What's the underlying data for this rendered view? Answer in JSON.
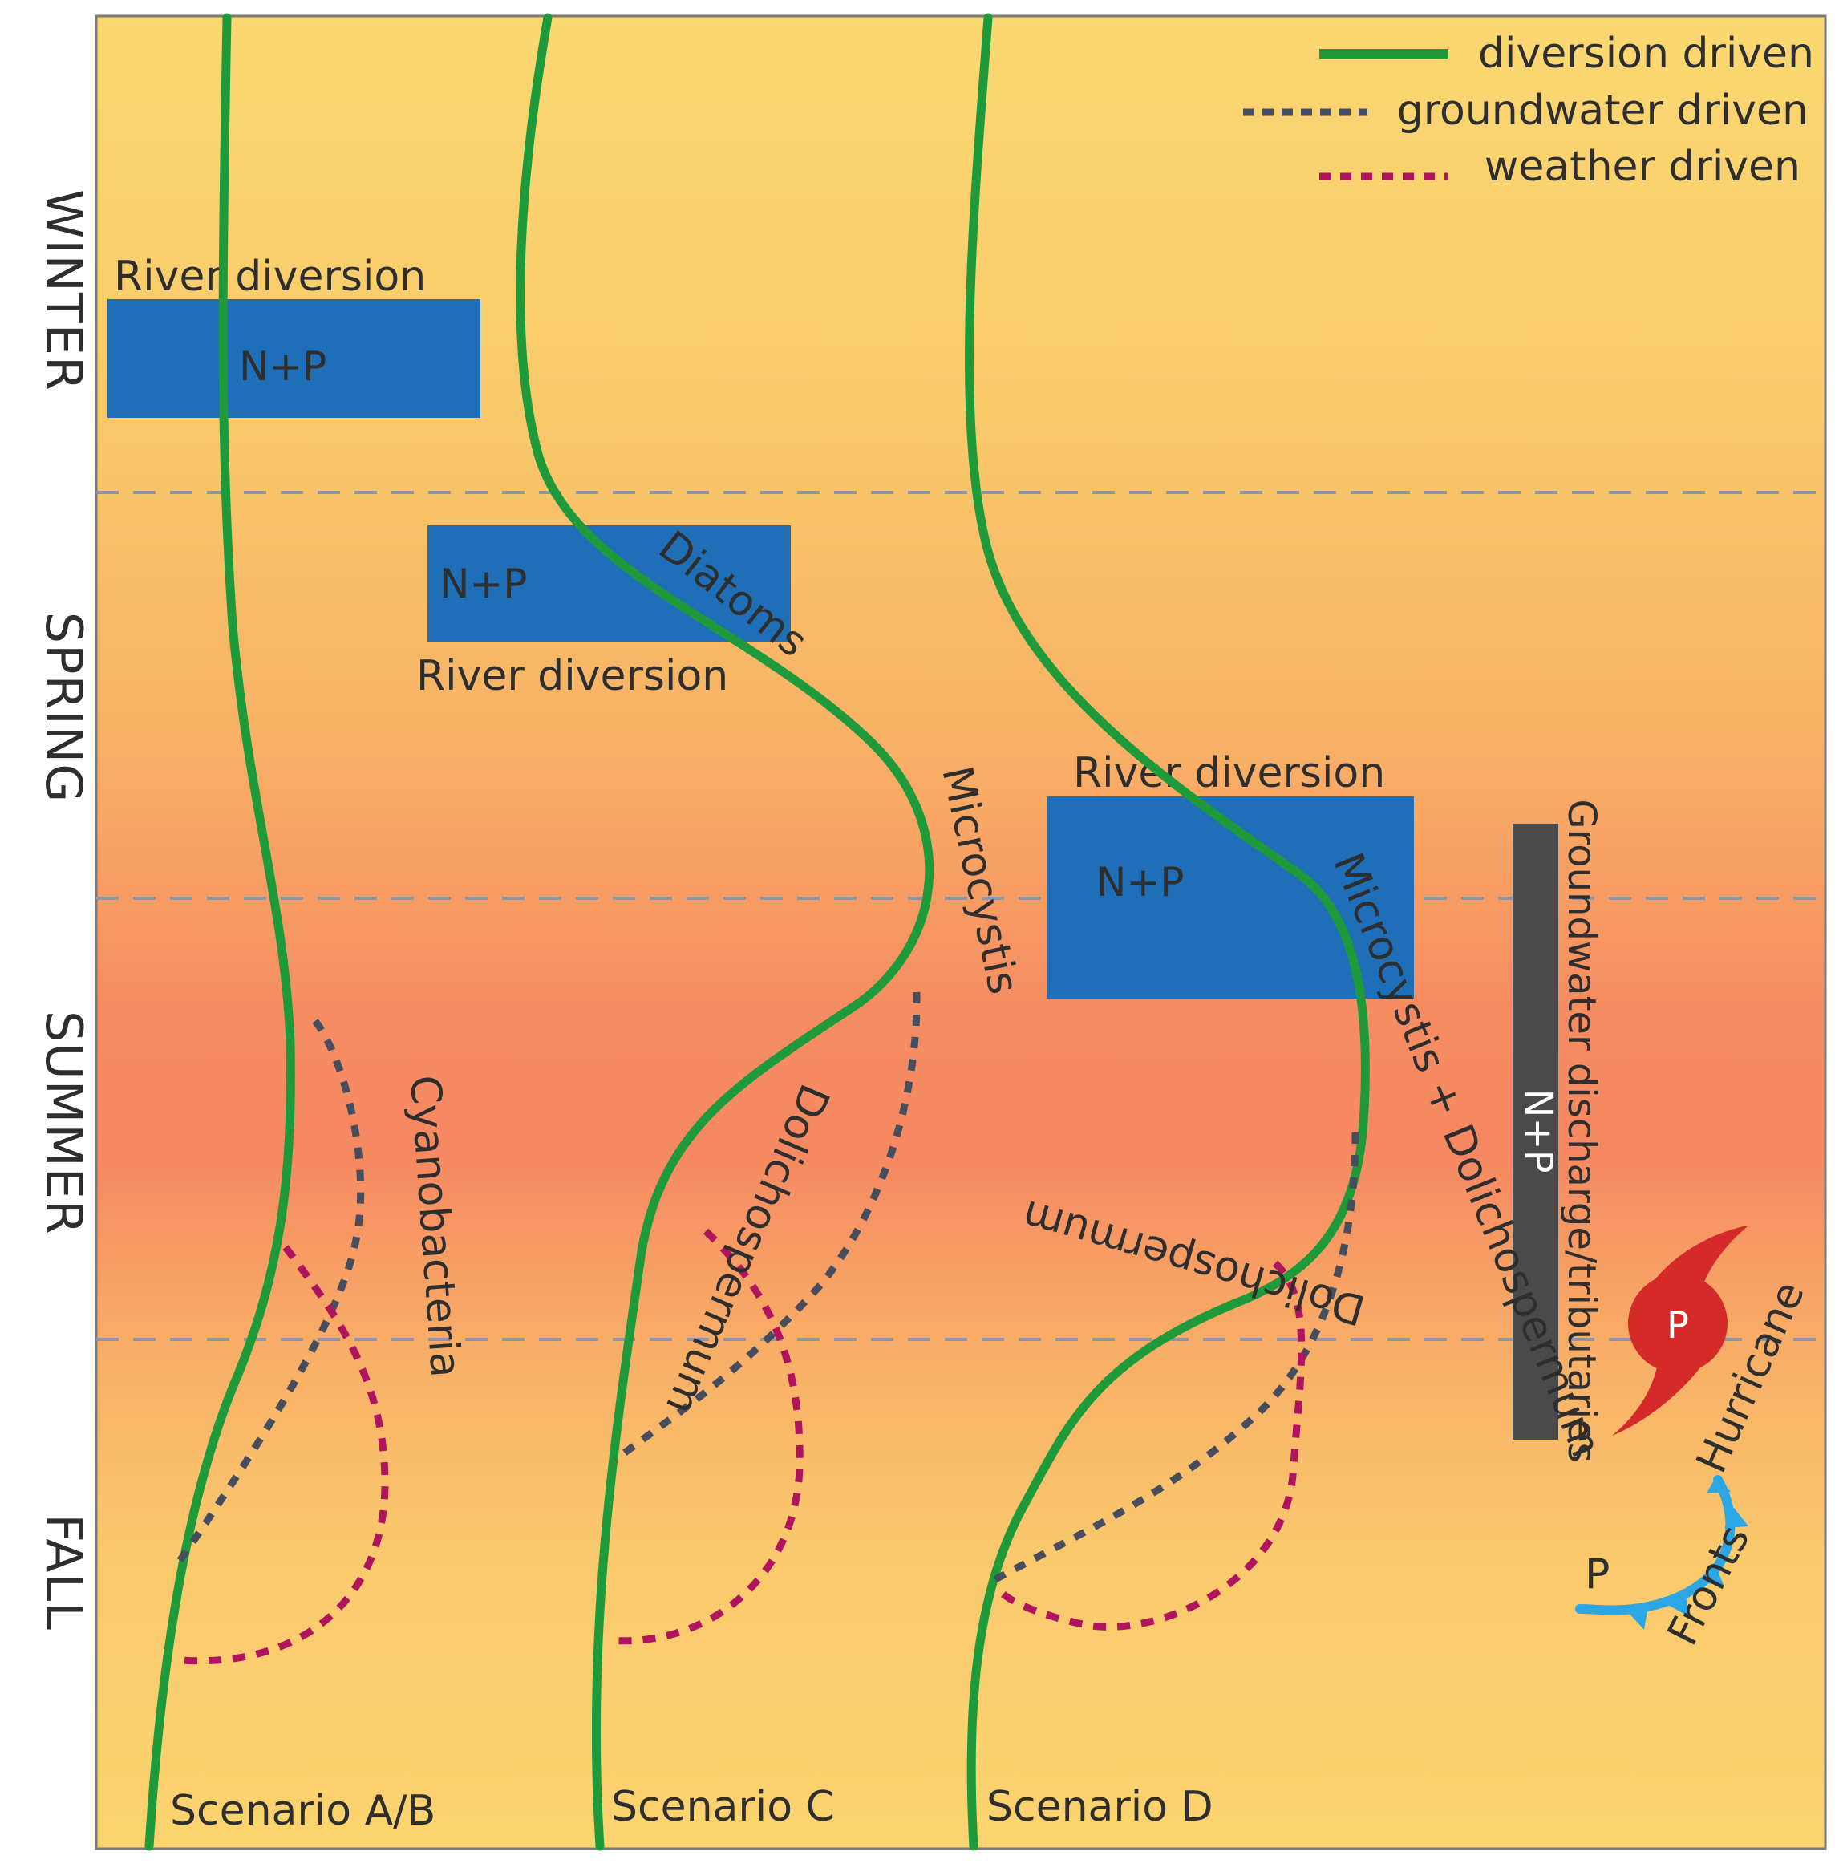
{
  "seasons": {
    "winter": "WINTER",
    "spring": "SPRING",
    "summer": "SUMMER",
    "fall": "FALL"
  },
  "legend": {
    "diversion": "diversion driven",
    "groundwater": "groundwater driven",
    "weather": "weather driven"
  },
  "boxes": {
    "river_label": "River diversion",
    "nutrients": "N+P"
  },
  "groundwater_bar": {
    "label": "Groundwater discharge/tributaries",
    "nutrients": "N+P"
  },
  "organisms": {
    "diatoms": "Diatoms",
    "microcystis": "Microcystis",
    "microcystis_dolicho": "Microcystis + Dolichospermum",
    "dolichospermum_c": "Dolichospermum",
    "dolichospermum_d": "Dolichospermum",
    "cyanobacteria": "Cyanobacteria"
  },
  "weather": {
    "hurricane": "Hurricane",
    "hurricane_nutrient": "P",
    "fronts": "Fronts",
    "fronts_nutrient": "P"
  },
  "scenarios": {
    "ab": "Scenario A/B",
    "c": "Scenario C",
    "d": "Scenario D"
  },
  "colors": {
    "diversion": "#1f9a3a",
    "groundwater": "#454d5e",
    "weather": "#b0145f",
    "river_box": "#1e6fb8",
    "groundwater_bar": "#4a4a4a",
    "hurricane": "#d42a2a",
    "fronts": "#2ba7e6"
  }
}
